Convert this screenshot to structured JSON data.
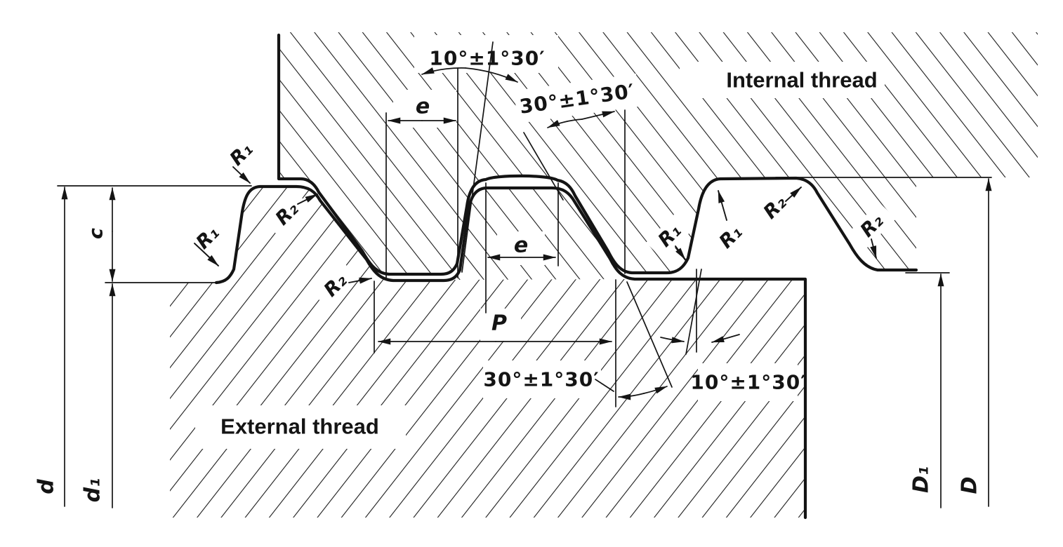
{
  "figure": {
    "internal_thread_label": "Internal thread",
    "external_thread_label": "External thread",
    "ink_color": "#141414",
    "paper_color": "#ffffff"
  },
  "dimensions": {
    "pitch": "P",
    "crest_clearance": "c",
    "clearance_width": "e",
    "external_major_diameter": "d",
    "external_minor_diameter": "d₁",
    "internal_minor_diameter": "D₁",
    "internal_major_diameter": "D",
    "radius_1": "R₁",
    "radius_2": "R₂",
    "angle_10": "10°±1°30′",
    "angle_30": "30°±1°30′"
  }
}
